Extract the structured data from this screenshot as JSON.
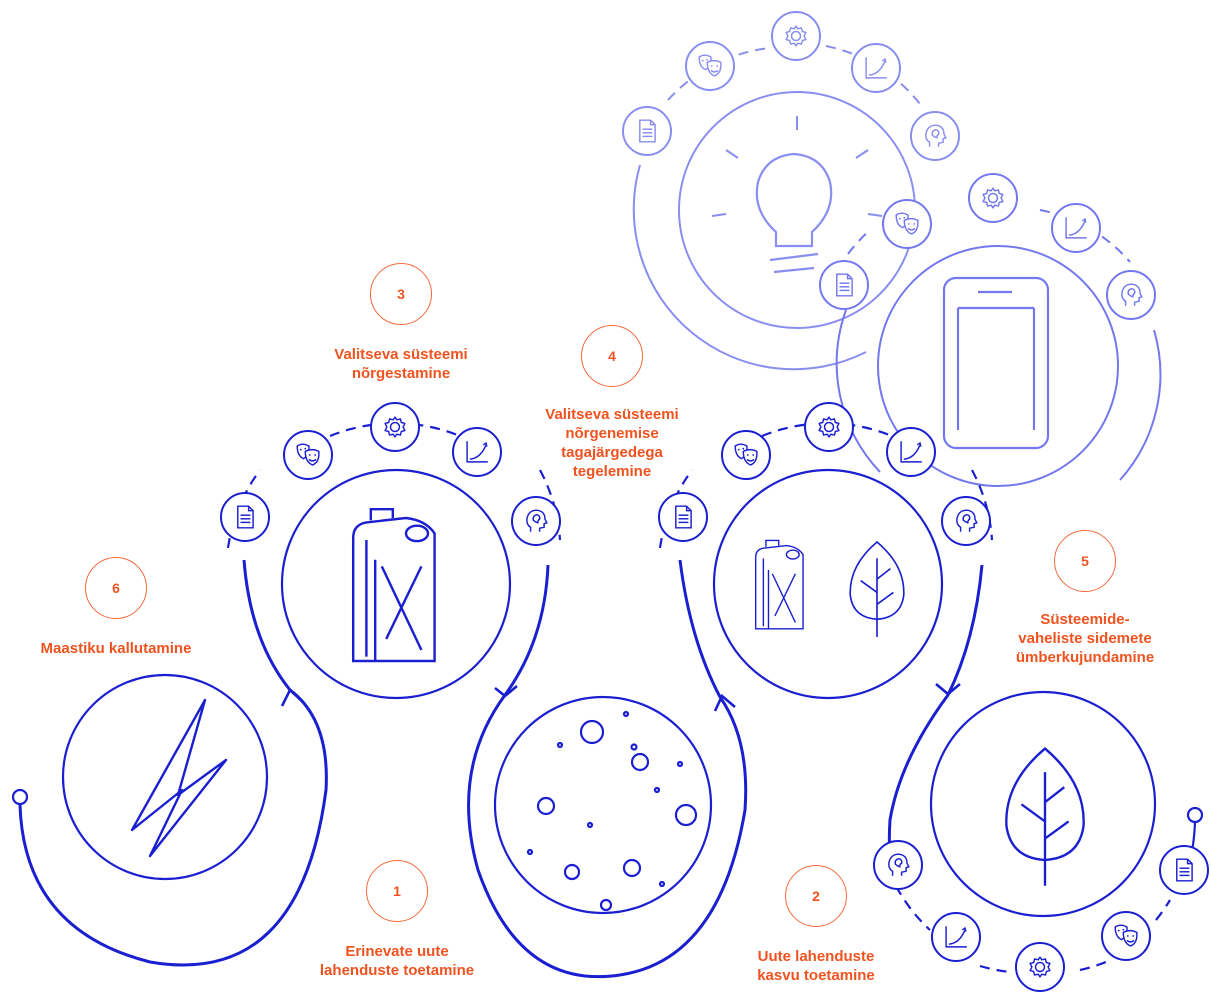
{
  "colors": {
    "primary": "#1a1fd0",
    "faded": "#8a8ef0",
    "accent": "#f0531f"
  },
  "stages": [
    {
      "number": "1",
      "label": "Erinevate uute\nlahenduste toetamine"
    },
    {
      "number": "2",
      "label": "Uute lahenduste\nkasvu toetamine"
    },
    {
      "number": "3",
      "label": "Valitseva süsteemi\nnõrgestamine"
    },
    {
      "number": "4",
      "label": "Valitseva süsteemi\nnõrgenemise\ntagajärgedega\ntegelemine"
    },
    {
      "number": "5",
      "label": "Süsteemide-\nvaheliste sidemete\nümberkujundamine"
    },
    {
      "number": "6",
      "label": "Maastiku kallutamine"
    }
  ],
  "icons": [
    "lightning-icon",
    "bubbles-icon",
    "canister-icon",
    "leaf-icon",
    "phone-icon",
    "lightbulb-icon",
    "document-icon",
    "masks-icon",
    "gear-icon",
    "chart-icon",
    "head-icon"
  ]
}
